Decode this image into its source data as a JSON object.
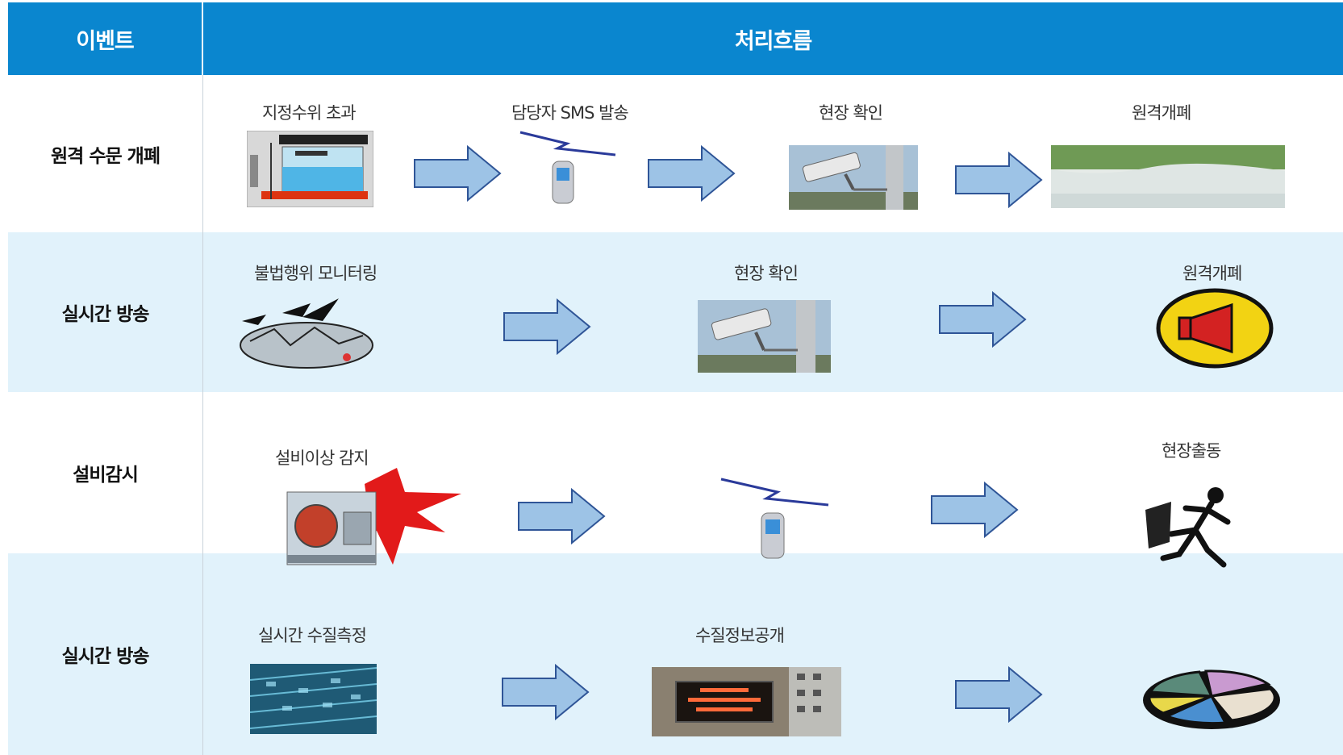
{
  "header": {
    "event": "이벤트",
    "flow": "처리흐름"
  },
  "rows": [
    {
      "event": "원격 수문 개폐",
      "steps": [
        "지정수위 초과",
        "담당자 SMS 발송",
        "현장 확인",
        "원격개폐"
      ]
    },
    {
      "event": "실시간 방송",
      "steps": [
        "불법행위 모니터링",
        "현장 확인",
        "원격개폐"
      ]
    },
    {
      "event": "설비감시",
      "steps": [
        "설비이상 감지",
        "현장출동"
      ]
    },
    {
      "event": "실시간 방송",
      "steps": [
        "실시간 수질측정",
        "수질정보공개"
      ]
    }
  ],
  "colors": {
    "header_bg": "#0a86cf",
    "alt_row_bg": "#e1f2fb",
    "arrow_fill": "#9dc3e6",
    "arrow_stroke": "#2f5597"
  },
  "icons": [
    "water-gauge-icon",
    "mobile-phone-sms-icon",
    "cctv-camera-icon",
    "river-gate-photo-icon",
    "garbage-crows-icon",
    "loudspeaker-icon",
    "machine-alarm-icon",
    "running-man-icon",
    "water-quality-monitor-icon",
    "led-sign-board-icon",
    "pie-chart-icon"
  ]
}
